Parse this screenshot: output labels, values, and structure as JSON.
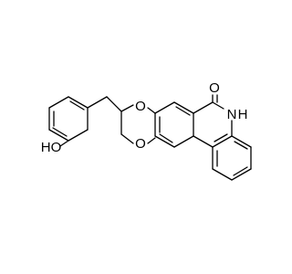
{
  "molecule": {
    "atom_labels": {
      "hydroxyl": "HO",
      "dioxane_oxygen_upper": "O",
      "dioxane_oxygen_lower": "O",
      "carbonyl_oxygen": "O",
      "lactam_nitrogen": "N",
      "lactam_hydrogen": "H"
    }
  },
  "colors": {
    "bond": "#000000",
    "label": "#000000",
    "background": "#ffffff"
  }
}
